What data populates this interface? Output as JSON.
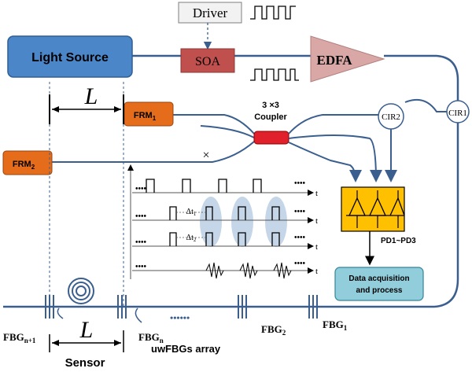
{
  "labels": {
    "driver": "Driver",
    "light_source": "Light Source",
    "soa": "SOA",
    "edfa": "EDFA",
    "length_top": "L",
    "frm1_main": "FRM",
    "frm1_sub": "1",
    "frm2_main": "FRM",
    "frm2_sub": "2",
    "coupler_line1": "3 ×3",
    "coupler_line2": "Coupler",
    "cir1": "CIR1",
    "cir2": "CIR2",
    "cross_mark": "×",
    "dt1_main": "Δt",
    "dt1_sub": "1",
    "dt2_main": "Δt",
    "dt2_sub": "2",
    "t_axis": "t",
    "dots": "••••",
    "pd_label": "PD1~PD3",
    "daq_line1": "Data acquisition",
    "daq_line2": "and process",
    "fbg_n1_main": "FBG",
    "fbg_n1_sub": "n+1",
    "fbg_n_main": "FBG",
    "fbg_n_sub": "n",
    "fbg2_main": "FBG",
    "fbg2_sub": "2",
    "fbg1_main": "FBG",
    "fbg1_sub": "1",
    "array_dots": "••••••",
    "length_bottom": "L",
    "sensor": "Sensor",
    "uwfbg_array": "uwFBGs array"
  },
  "colors": {
    "fiber": "#3a5f8f",
    "light_source_fill": "#4a86c8",
    "soa_fill": "#c0504d",
    "edfa_fill": "#d9a8a6",
    "frm_fill": "#e46c1a",
    "coupler_fill": "#e0202a",
    "pd_fill": "#ffc000",
    "daq_fill": "#92cddc",
    "ellipse_fill": "#b8cce4"
  }
}
